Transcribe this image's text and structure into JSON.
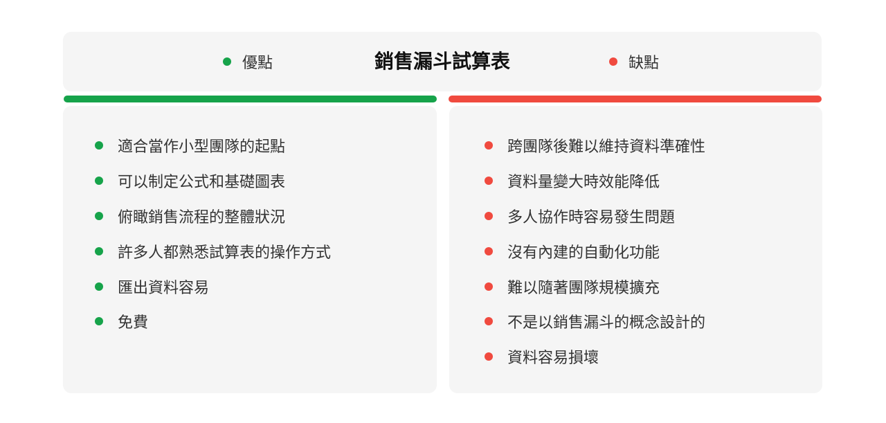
{
  "title": "銷售漏斗試算表",
  "colors": {
    "pros": "#16a34a",
    "cons": "#f04a3f",
    "panel_bg": "#f5f5f5"
  },
  "pros": {
    "label": "優點",
    "items": [
      "適合當作小型團隊的起點",
      "可以制定公式和基礎圖表",
      "俯瞰銷售流程的整體狀況",
      "許多人都熟悉試算表的操作方式",
      "匯出資料容易",
      "免費"
    ]
  },
  "cons": {
    "label": "缺點",
    "items": [
      "跨團隊後難以維持資料準確性",
      "資料量變大時效能降低",
      "多人協作時容易發生問題",
      "沒有內建的自動化功能",
      "難以隨著團隊規模擴充",
      "不是以銷售漏斗的概念設計的",
      "資料容易損壞"
    ]
  }
}
